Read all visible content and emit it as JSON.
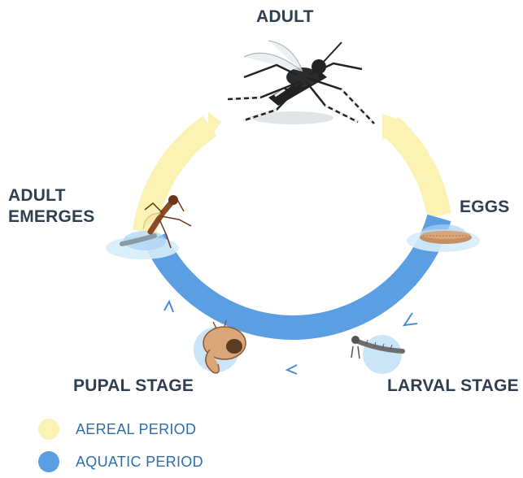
{
  "colors": {
    "aerial": "#fbf3b4",
    "aquatic": "#5b9ee2",
    "aquatic_dark": "#4c8ad3",
    "label": "#2f3f52",
    "legend_text": "#2d6fae",
    "water": "#d7ecfb"
  },
  "stages": {
    "adult": "ADULT",
    "adult_emerges_line1": "ADULT",
    "adult_emerges_line2": "EMERGES",
    "eggs": "EGGS",
    "pupal": "PUPAL STAGE",
    "larval": "LARVAL STAGE"
  },
  "legend": [
    {
      "label": "AEREAL PERIOD",
      "color": "#fbf3b4"
    },
    {
      "label": "AQUATIC PERIOD",
      "color": "#5b9ee2"
    }
  ],
  "illustrations": {
    "adult": "adult-mosquito-icon",
    "emerging": "emerging-mosquito-icon",
    "eggs": "egg-raft-icon",
    "larva": "larva-icon",
    "pupa": "pupa-icon"
  }
}
